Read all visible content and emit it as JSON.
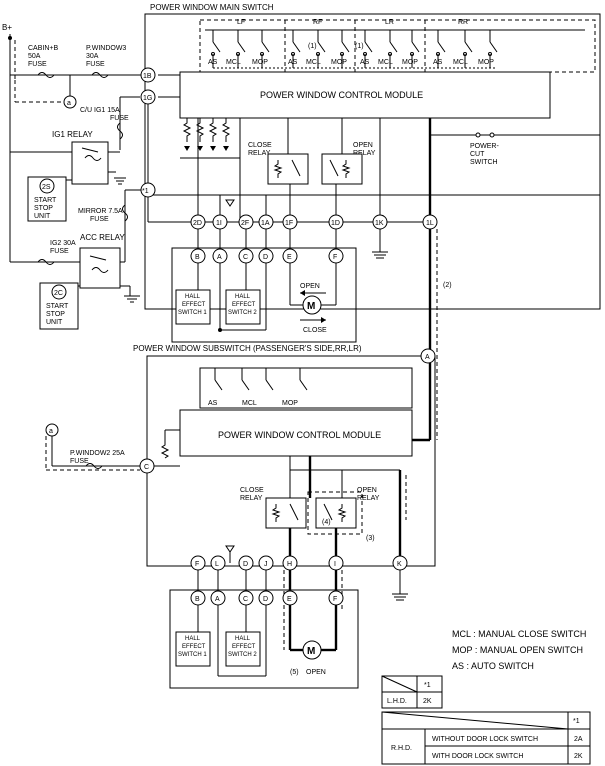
{
  "main_switch": {
    "title": "POWER WINDOW MAIN SWITCH",
    "groups": [
      "LF",
      "RF",
      "LR",
      "RR"
    ],
    "switch_labels": [
      "AS",
      "MCL",
      "MOP"
    ],
    "module_label": "POWER WINDOW CONTROL MODULE",
    "close_relay": [
      "CLOSE",
      "RELAY"
    ],
    "open_relay": [
      "OPEN",
      "RELAY"
    ],
    "power_cut": [
      "POWER-",
      "CUT",
      "SWITCH"
    ],
    "pins_top": [
      "1B",
      "1G"
    ],
    "pins_bottom": [
      "2D",
      "1I",
      "2F",
      "1A",
      "1F",
      "1D",
      "1K",
      "1L"
    ],
    "marker_1": "(1)"
  },
  "power": {
    "bplus": "B+",
    "cabin_fuse": [
      "CABIN+B",
      "50A",
      "FUSE"
    ],
    "pwindow3": [
      "P.WINDOW3",
      "30A",
      "FUSE"
    ],
    "cu_ig1": [
      "C/U IG1 15A",
      "FUSE"
    ],
    "ig1_relay": "IG1 RELAY",
    "mirror_fuse": [
      "MIRROR 7.5A",
      "FUSE"
    ],
    "ig2_fuse": [
      "IG2 30A",
      "FUSE"
    ],
    "acc_relay": "ACC RELAY",
    "unit_2s": {
      "code": "2S",
      "label": [
        "START",
        "STOP",
        "UNIT"
      ]
    },
    "unit_2c": {
      "code": "2C",
      "label": [
        "START",
        "STOP",
        "UNIT"
      ]
    },
    "node_a": "a",
    "star1": "*1"
  },
  "motor1": {
    "pins": [
      "B",
      "A",
      "C",
      "D",
      "E",
      "F"
    ],
    "hall1": [
      "HALL",
      "EFFECT",
      "SWITCH 1"
    ],
    "hall2": [
      "HALL",
      "EFFECT",
      "SWITCH 2"
    ],
    "open": "OPEN",
    "close": "CLOSE",
    "motor": "M",
    "marker_2": "(2)"
  },
  "sub_switch": {
    "title": "POWER WINDOW SUBSWITCH (PASSENGER'S SIDE,RR,LR)",
    "switch_labels": [
      "AS",
      "MCL",
      "MOP"
    ],
    "module_label": "POWER WINDOW CONTROL MODULE",
    "close_relay": [
      "CLOSE",
      "RELAY"
    ],
    "open_relay": [
      "OPEN",
      "RELAY"
    ],
    "pin_a": "A",
    "pin_c": "C",
    "pins_bottom": [
      "F",
      "L",
      "D",
      "J",
      "H",
      "I",
      "K"
    ],
    "fuse": [
      "P.WINDOW2 25A",
      "FUSE"
    ],
    "node_a": "a",
    "marker_3": "(3)",
    "marker_4": "(4)"
  },
  "motor2": {
    "pins": [
      "B",
      "A",
      "C",
      "D",
      "E",
      "F"
    ],
    "hall1": [
      "HALL",
      "EFFECT",
      "SWITCH 1"
    ],
    "hall2": [
      "HALL",
      "EFFECT",
      "SWITCH 2"
    ],
    "motor": "M",
    "marker_5": "(5)",
    "open": "OPEN"
  },
  "legend": {
    "mcl": "MCL : MANUAL CLOSE SWITCH",
    "mop": "MOP : MANUAL OPEN SWITCH",
    "as": "AS : AUTO SWITCH"
  },
  "table_lhd": {
    "col": "*1",
    "row_label": "L.H.D.",
    "value": "2K"
  },
  "table_rhd": {
    "col": "*1",
    "row_label": "R.H.D.",
    "rows": [
      {
        "label": "WITHOUT DOOR LOCK SWITCH",
        "value": "2A"
      },
      {
        "label": "WITH DOOR LOCK SWITCH",
        "value": "2K"
      }
    ]
  }
}
